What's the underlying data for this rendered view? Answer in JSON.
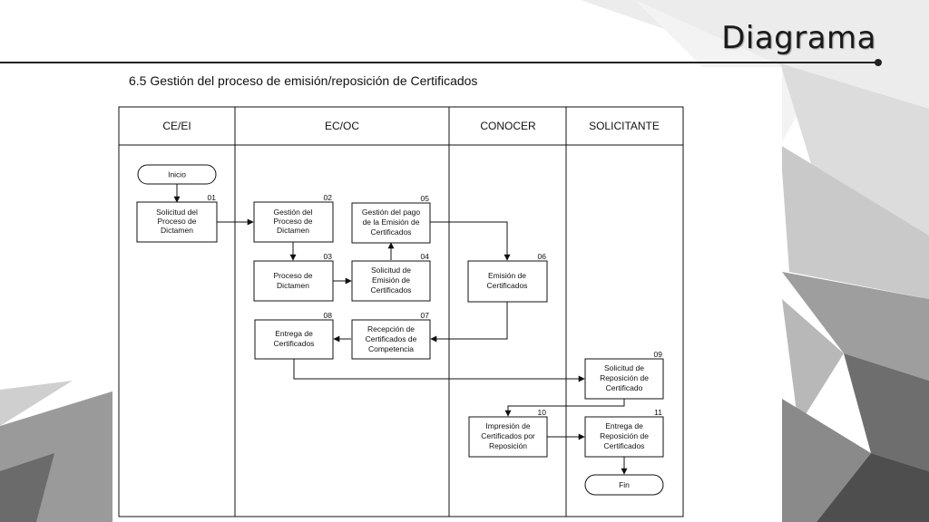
{
  "slide": {
    "title": "Diagrama"
  },
  "section": {
    "heading": "6.5   Gestión del proceso de emisión/reposición de Certificados"
  },
  "lanes": [
    {
      "id": "ce",
      "label": "CE/EI"
    },
    {
      "id": "ec",
      "label": "EC/OC"
    },
    {
      "id": "conocer",
      "label": "CONOCER"
    },
    {
      "id": "solicitante",
      "label": "SOLICITANTE"
    }
  ],
  "terminators": [
    {
      "id": "inicio",
      "label": "Inicio"
    },
    {
      "id": "fin",
      "label": "Fin"
    }
  ],
  "steps": [
    {
      "id": "01",
      "lane": "ce",
      "lines": [
        "Solicitud del",
        "Proceso de",
        "Dictamen"
      ]
    },
    {
      "id": "02",
      "lane": "ec",
      "lines": [
        "Gestión del",
        "Proceso de",
        "Dictamen"
      ]
    },
    {
      "id": "03",
      "lane": "ec",
      "lines": [
        "Proceso de",
        "Dictamen"
      ]
    },
    {
      "id": "04",
      "lane": "ec",
      "lines": [
        "Solicitud de",
        "Emisión de",
        "Certificados"
      ]
    },
    {
      "id": "05",
      "lane": "ec",
      "lines": [
        "Gestión del pago",
        "de la Emisión de",
        "Certificados"
      ]
    },
    {
      "id": "06",
      "lane": "conocer",
      "lines": [
        "Emisión de",
        "Certificados"
      ]
    },
    {
      "id": "07",
      "lane": "ec",
      "lines": [
        "Recepción de",
        "Certificados de",
        "Competencia"
      ]
    },
    {
      "id": "08",
      "lane": "ec",
      "lines": [
        "Entrega de",
        "Certificados"
      ]
    },
    {
      "id": "09",
      "lane": "solicitante",
      "lines": [
        "Solicitud de",
        "Reposición de",
        "Certificado"
      ]
    },
    {
      "id": "10",
      "lane": "conocer",
      "lines": [
        "Impresión de",
        "Certificados por",
        "Reposición"
      ]
    },
    {
      "id": "11",
      "lane": "solicitante",
      "lines": [
        "Entrega de",
        "Reposición de",
        "Certificados"
      ]
    }
  ],
  "flows": [
    {
      "from": "inicio",
      "to": "01"
    },
    {
      "from": "01",
      "to": "02"
    },
    {
      "from": "02",
      "to": "03"
    },
    {
      "from": "03",
      "to": "04"
    },
    {
      "from": "04",
      "to": "05"
    },
    {
      "from": "05",
      "to": "06"
    },
    {
      "from": "06",
      "to": "07"
    },
    {
      "from": "07",
      "to": "08"
    },
    {
      "from": "08",
      "to": "09"
    },
    {
      "from": "09",
      "to": "10"
    },
    {
      "from": "10",
      "to": "11"
    },
    {
      "from": "11",
      "to": "fin"
    }
  ]
}
